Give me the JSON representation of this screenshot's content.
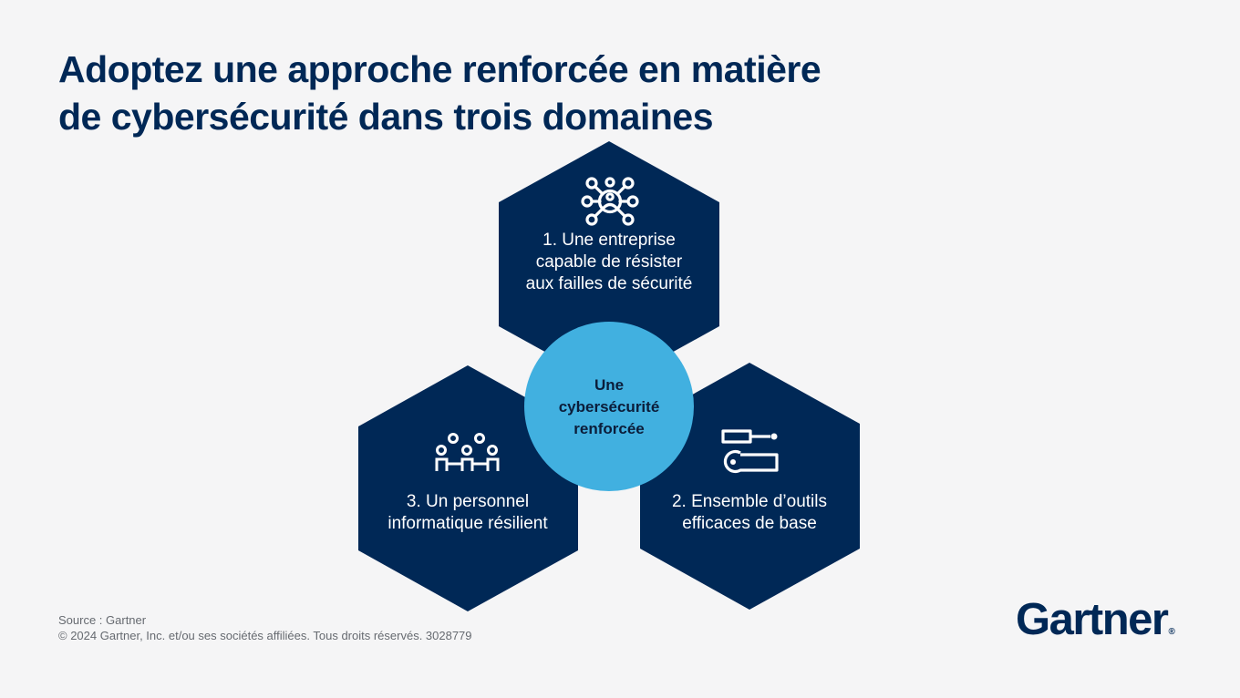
{
  "title": {
    "line1": "Adoptez une approche renforcée en matière",
    "line2": "de cybersécurité dans trois domaines"
  },
  "center": {
    "line1": "Une",
    "line2": "cybersécurité",
    "line3": "renforcée",
    "color": "#41b0e0"
  },
  "domains": [
    {
      "icon": "network-person-icon",
      "line1": "1. Une entreprise",
      "line2": "capable de résister",
      "line3": "aux failles de sécurité"
    },
    {
      "icon": "tools-icon",
      "line1": "2. Ensemble d’outils",
      "line2": "efficaces de base"
    },
    {
      "icon": "people-group-icon",
      "line1": "3. Un personnel",
      "line2": "informatique résilient"
    }
  ],
  "hex_color": "#002856",
  "footer": {
    "source": "Source : Gartner",
    "copyright": "© 2024 Gartner, Inc. et/ou ses sociétés affiliées. Tous droits réservés. 3028779"
  },
  "logo": {
    "text": "Gartner",
    "mark": "®"
  }
}
